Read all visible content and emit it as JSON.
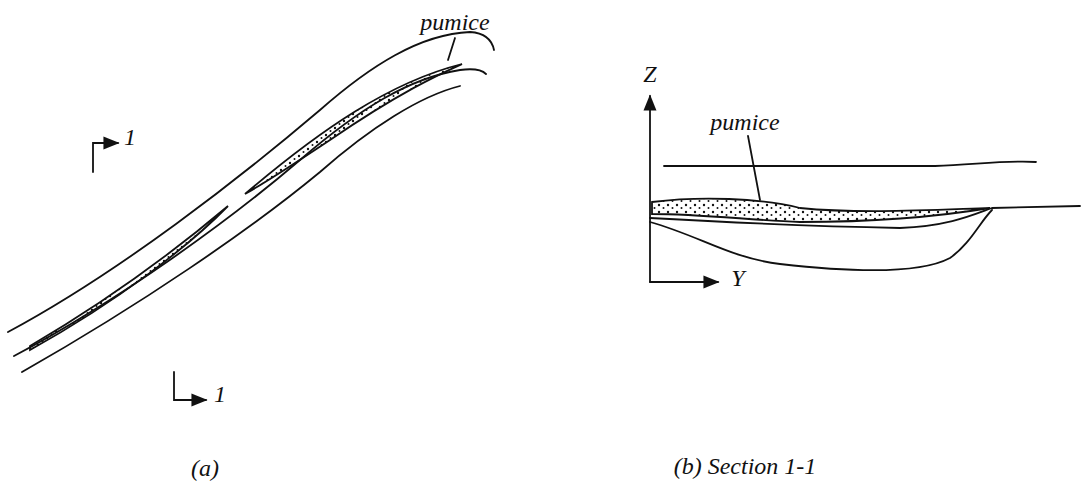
{
  "diagram": {
    "labels": [
      "pumice",
      "1",
      "1",
      "pumice",
      "Z",
      "Y",
      "(a)",
      "(b) Section 1-1"
    ]
  }
}
